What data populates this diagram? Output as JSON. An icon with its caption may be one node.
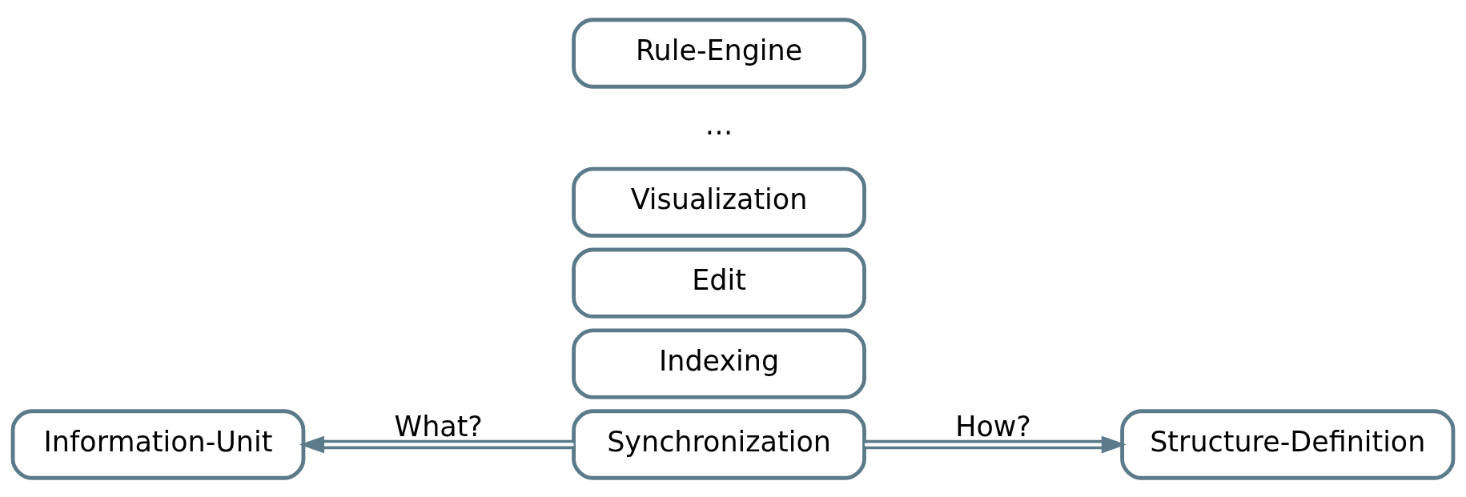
{
  "diagram": {
    "nodes": [
      {
        "text": [
          "Information-Unit"
        ]
      },
      {
        "text": [
          "Indexing"
        ]
      },
      {
        "text": [
          "Edit"
        ]
      },
      {
        "text": [
          "Synchronization"
        ]
      },
      {
        "text": [
          "Visualization"
        ]
      },
      {
        "text": [
          "Rule-Engine"
        ]
      },
      {
        "text": [
          "Structure-Definition"
        ]
      }
    ],
    "edges": [
      {
        "from": 3,
        "to": 0,
        "arrow": "to",
        "label": "What?"
      },
      {
        "from": 3,
        "to": 6,
        "arrow": "to",
        "label": "How?"
      }
    ],
    "labels": [
      "…"
    ]
  }
}
